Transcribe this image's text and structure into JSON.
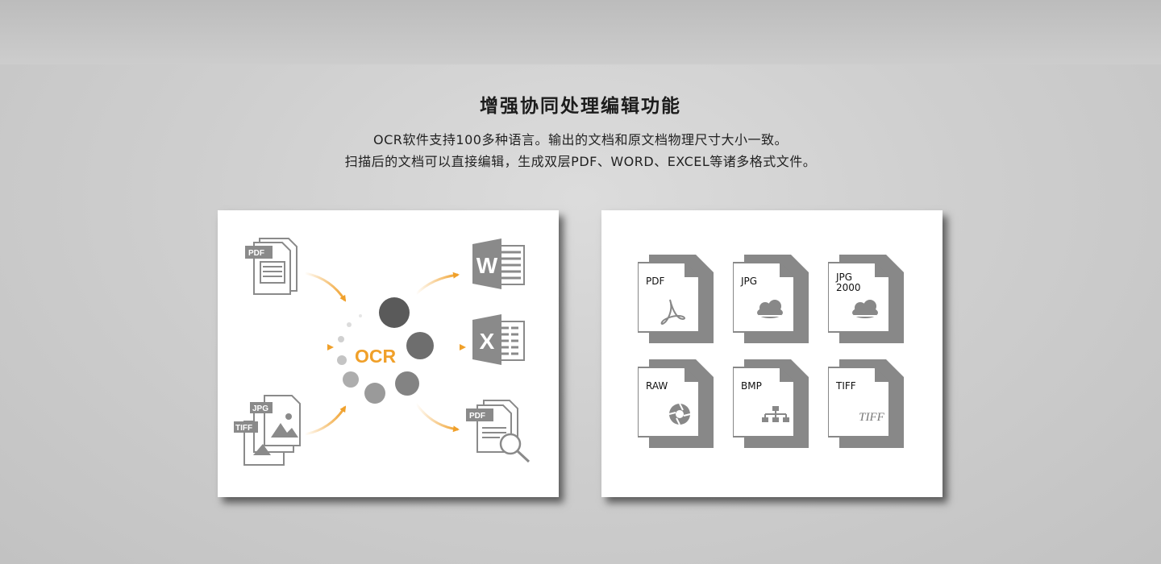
{
  "heading": {
    "title": "增强协同处理编辑功能",
    "line1": "OCR软件支持100多种语言。输出的文档和原文档物理尺寸大小一致。",
    "line2": "扫描后的文档可以直接编辑，生成双层PDF、WORD、EXCEL等诸多格式文件。"
  },
  "ocr_panel": {
    "center_label": "OCR",
    "accent_color": "#f0a02a",
    "inputs": [
      {
        "icon": "pdf-document-icon",
        "badge": "PDF"
      },
      {
        "icon": "image-documents-icon",
        "badges": [
          "JPG",
          "TIFF"
        ]
      }
    ],
    "outputs": [
      {
        "icon": "word-icon",
        "letter": "W"
      },
      {
        "icon": "excel-icon",
        "letter": "X"
      },
      {
        "icon": "searchable-pdf-icon",
        "badge": "PDF"
      }
    ]
  },
  "formats_panel": {
    "tiles": [
      {
        "label": "PDF",
        "icon": "acrobat-icon"
      },
      {
        "label": "JPG",
        "icon": "cloud-image-icon"
      },
      {
        "label": "JPG\n2000",
        "icon": "cloud-image-icon"
      },
      {
        "label": "RAW",
        "icon": "aperture-icon"
      },
      {
        "label": "BMP",
        "icon": "hierarchy-icon"
      },
      {
        "label": "TIFF",
        "icon": "tiff-text-icon",
        "icon_text": "TIFF"
      }
    ]
  }
}
